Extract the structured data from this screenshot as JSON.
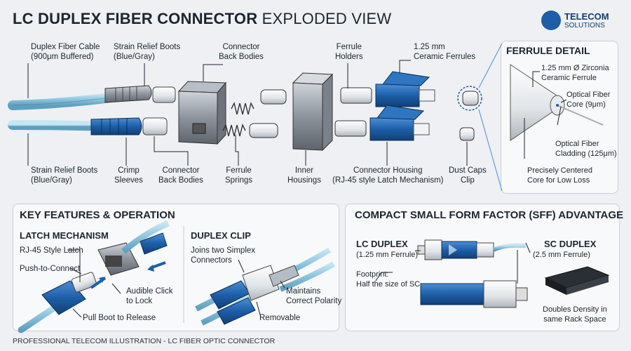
{
  "header": {
    "title_bold": "LC DUPLEX FIBER CONNECTOR",
    "title_rest": "EXPLODED VIEW",
    "logo_line1": "TELECOM",
    "logo_line2": "SOLUTIONS",
    "logo_icon": "telecom-globe-icon"
  },
  "exploded": {
    "top_labels": {
      "cable": [
        "Duplex Fiber Cable",
        "(900μm Buffered)"
      ],
      "strain_top": [
        "Strain Relief Boots",
        "(Blue/Gray)"
      ],
      "back_top": [
        "Connector",
        "Back Bodies"
      ],
      "ferrule_holders": [
        "Ferrule",
        "Holders"
      ],
      "ceramic": [
        "1.25 mm",
        "Ceramic Ferrules"
      ]
    },
    "bottom_labels": {
      "strain_bottom": [
        "Strain Relief Boots",
        "(Blue/Gray)"
      ],
      "crimp": [
        "Crimp",
        "Sleeves"
      ],
      "back_bottom": [
        "Connector",
        "Back Bodies"
      ],
      "springs": [
        "Ferrule",
        "Springs"
      ],
      "inner": [
        "Inner",
        "Housings"
      ],
      "housing": [
        "Connector Housing",
        "(RJ-45 style Latch Mechanism)"
      ],
      "dust": [
        "Dust Caps",
        "Clip"
      ]
    }
  },
  "ferrule_detail": {
    "title": "FERRULE DETAIL",
    "zirconia": [
      "1.25 mm Ø Zirconia",
      "Ceramic Ferrule"
    ],
    "core": [
      "Optical Fiber",
      "Core (9μm)"
    ],
    "cladding": [
      "Optical Fiber",
      "Cladding (125μm)"
    ],
    "centered": [
      "Precisely Centered",
      "Core for Low Loss"
    ]
  },
  "features": {
    "title": "KEY FEATURES & OPERATION",
    "latch_title": "LATCH MECHANISM",
    "rj45": "RJ-45 Style Latch",
    "push": "Push-to-Connect",
    "audible": [
      "Audible Click",
      "to Lock"
    ],
    "pull": "Pull Boot to Release",
    "clip_title": "DUPLEX CLIP",
    "joins": [
      "Joins two Simplex",
      "Connectors"
    ],
    "polarity": [
      "Maintains",
      "Correct Polarity"
    ],
    "removable": "Removable"
  },
  "sff": {
    "title": "COMPACT SMALL FORM FACTOR (SFF) ADVANTAGE",
    "lc_title": "LC DUPLEX",
    "lc_sub": "(1.25 mm Ferrule)",
    "sc_title": "SC DUPLEX",
    "sc_sub": "(2.5 mm Ferrule)",
    "footprint": [
      "Footprint:",
      "Half the size of SC"
    ],
    "density": [
      "Doubles Density in",
      "same Rack Space"
    ]
  },
  "footer": "PROFESSIONAL TELECOM ILLUSTRATION - LC FIBER OPTIC CONNECTOR",
  "colors": {
    "blue": "#1d5fa8",
    "gray": "#8d949c",
    "cable": "#8fc7df",
    "ink": "#1d2530"
  }
}
